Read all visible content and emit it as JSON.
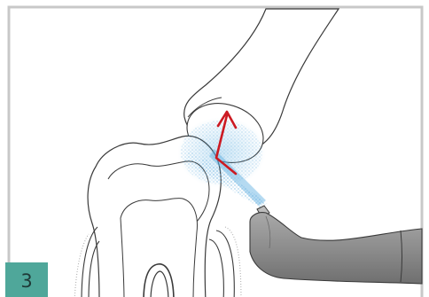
{
  "step": {
    "number": "3"
  },
  "colors": {
    "frame_border": "#c8c8c8",
    "outline": "#3a3a3a",
    "spray": "#5aaee0",
    "arrow": "#cc1a22",
    "handpiece": "#8e8e8e",
    "handpiece_light": "#bdbdbd",
    "badge": "#4fa79a"
  },
  "icons": {
    "tooth": "tooth-illustration",
    "probe": "dental-probe-illustration",
    "handpiece": "air-polishing-handpiece-illustration",
    "arrow": "movement-direction-arrow"
  }
}
